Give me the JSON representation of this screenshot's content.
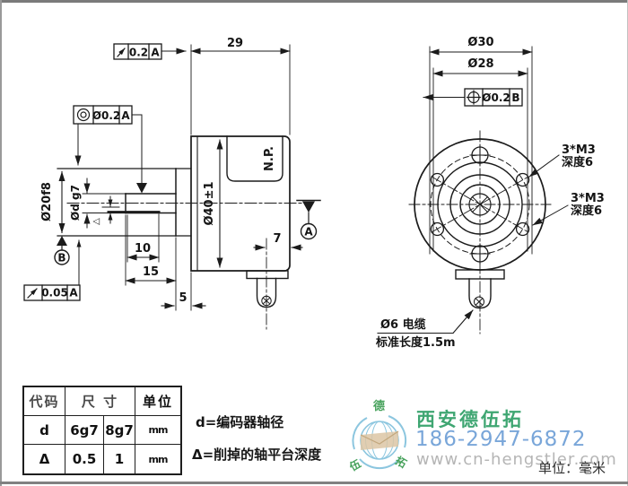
{
  "drawing": {
    "side": {
      "frame_runout_top": {
        "value": "0.2",
        "datum": "A"
      },
      "frame_concentricity": {
        "value": "Ø0.2",
        "datum": "A"
      },
      "frame_runout_face": {
        "value": "0.05",
        "datum": "A"
      },
      "datum_a": "A",
      "datum_b": "B",
      "np_label": "N.P.",
      "dim_body_width": "29",
      "dim_body_dia": "Ø40±1",
      "dim_flange_dia": "Ø20f8",
      "dim_shaft_dia": "Ød g7",
      "dim_flat_len": "10",
      "dim_shaft_len": "15",
      "dim_collar_len": "5",
      "dim_cable_offset": "7",
      "flat_depth_symbol": "△"
    },
    "front": {
      "dim_outer": "Ø30",
      "dim_bolt": "Ø28",
      "frame_position": {
        "value": "Ø0.2",
        "datum": "B"
      },
      "screw_note1_line1": "3*M3",
      "screw_note1_line2": "深度6",
      "screw_note2_line1": "3*M3",
      "screw_note2_line2": "深度6",
      "cable_line1": "Ø6 电缆",
      "cable_line2": "标准长度1.5m"
    }
  },
  "table": {
    "headers": {
      "code": "代码",
      "size": "尺 寸",
      "unit": "单位"
    },
    "rows": [
      {
        "code": "d",
        "size1": "6g7",
        "size2": "8g7",
        "unit": "mm"
      },
      {
        "code": "Δ",
        "size1": "0.5",
        "size2": "1",
        "unit": "mm"
      }
    ]
  },
  "notes": {
    "d_note": "d=编码器轴径",
    "delta_note": "Δ=削掉的轴平台深度"
  },
  "footer": {
    "company": "西安德伍拓",
    "phone": "186-2947-6872",
    "website": "www.cn-hengstler.com",
    "unit_note": "单位：毫米",
    "logo": {
      "top": "德",
      "left": "伍",
      "right": "拓"
    }
  },
  "colors": {
    "company_green": "#3fa672",
    "phone_blue": "#79a6d9",
    "website_gray": "#b5b5b5",
    "logo_blue": "#8cc6df",
    "logo_tan": "#dcc6a4",
    "line_dark": "#1b1b1b"
  }
}
